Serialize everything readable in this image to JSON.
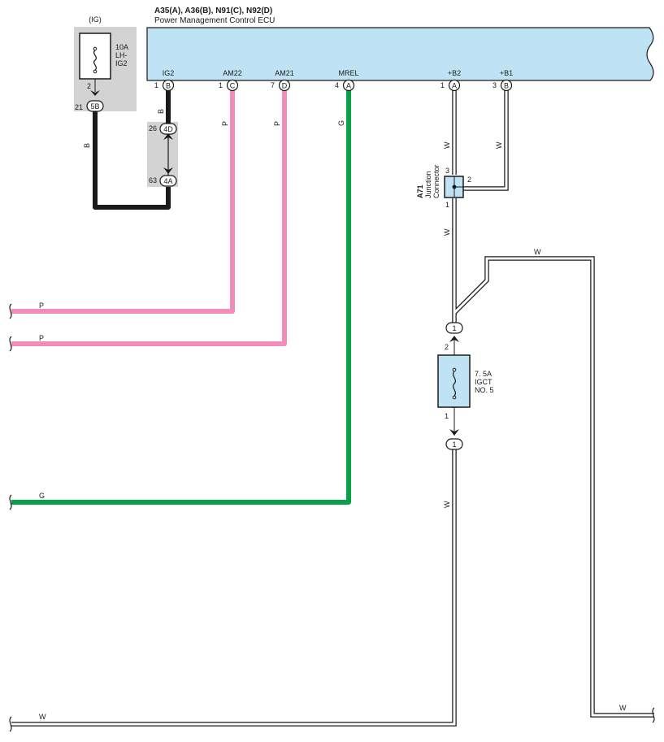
{
  "ecu": {
    "codes": "A35(A), A36(B), N91(C), N92(D)",
    "name": "Power Management Control ECU",
    "pins": [
      {
        "name": "IG2",
        "num": "1",
        "conn": "B"
      },
      {
        "name": "AM22",
        "num": "1",
        "conn": "C"
      },
      {
        "name": "AM21",
        "num": "7",
        "conn": "D"
      },
      {
        "name": "MREL",
        "num": "4",
        "conn": "A"
      },
      {
        "name": "+B2",
        "num": "1",
        "conn": "A"
      },
      {
        "name": "+B1",
        "num": "3",
        "conn": "B"
      }
    ]
  },
  "ig_fuse": {
    "group": "(IG)",
    "rating": "10A",
    "name_line1": "LH-",
    "name_line2": "IG2",
    "pin_out": "2",
    "conn_pin": "21",
    "conn_id": "5B"
  },
  "inline_connectors": [
    {
      "pin": "26",
      "id": "4D"
    },
    {
      "pin": "63",
      "id": "4A"
    }
  ],
  "junction": {
    "code": "A71",
    "label_line1": "Junction",
    "label_line2": "Connector",
    "pin3": "3",
    "pin2": "2",
    "pin1": "1"
  },
  "igct_fuse": {
    "rating": "7. 5A",
    "name_line1": "IGCT",
    "name_line2": "NO. 5",
    "pin_top": "2",
    "pin_bottom": "1",
    "splice_top": "1",
    "splice_bottom": "1"
  },
  "wires": {
    "black": "B",
    "pink": "P",
    "green": "G",
    "white": "W"
  },
  "colors": {
    "ecu_fill": "#bfe3f5",
    "black_wire": "#1a1a1a",
    "pink_wire": "#f28cb8",
    "green_wire": "#0aa04a",
    "white_wire": "#ffffff",
    "panel_gray": "#d3d3d3"
  }
}
